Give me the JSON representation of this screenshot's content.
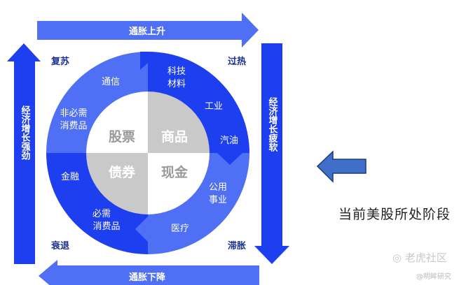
{
  "colors": {
    "dark": "#1e3ff0",
    "light": "#4f6ff4",
    "gray": "#c9c9c9",
    "pointer": "#3f6fc9"
  },
  "arrows": {
    "top": "通胀上升",
    "bottom": "通胀下降",
    "left": "经济增长强劲",
    "right": "经济增长疲软"
  },
  "phases": {
    "recovery": "复苏",
    "overheat": "过热",
    "stagflation": "滞胀",
    "recession": "衰退"
  },
  "assets": {
    "stocks": "股票",
    "commodities": "商品",
    "bonds": "债券",
    "cash": "现金"
  },
  "sectors": {
    "telecom": "通信",
    "tech1": "科技",
    "tech2": "材料",
    "industrial": "工业",
    "oil": "汽油",
    "discretionary1": "非必需",
    "discretionary2": "消费品",
    "finance": "金融",
    "staples1": "必需",
    "staples2": "消费品",
    "utilities1": "公用",
    "utilities2": "事业",
    "healthcare": "医疗"
  },
  "note": "当前美股所处阶段",
  "watermark": {
    "site": "老虎社区",
    "author": "@明眸研究"
  }
}
